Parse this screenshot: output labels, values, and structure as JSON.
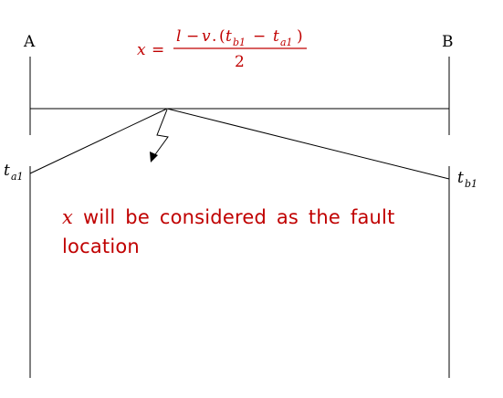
{
  "colors": {
    "line": "#000000",
    "accent_red": "#c00000"
  },
  "terminals": {
    "left": "A",
    "right": "B"
  },
  "time_labels": {
    "left_main": "t",
    "left_sub": "a1",
    "right_main": "t",
    "right_sub": "b1"
  },
  "formula": {
    "lhs": "x",
    "equals": "=",
    "num_l": "l",
    "num_minus": "−",
    "num_v": "v",
    "num_dot": ".",
    "num_open": "(",
    "num_t1": "t",
    "num_t1_sub": "b1",
    "num_minus2": "−",
    "num_t2": "t",
    "num_t2_sub": "a1",
    "num_close": ")",
    "denominator": "2"
  },
  "note": {
    "variable": "x",
    "text": "will be considered as the fault location"
  },
  "icons": {
    "fault": "lightning-bolt-icon"
  }
}
